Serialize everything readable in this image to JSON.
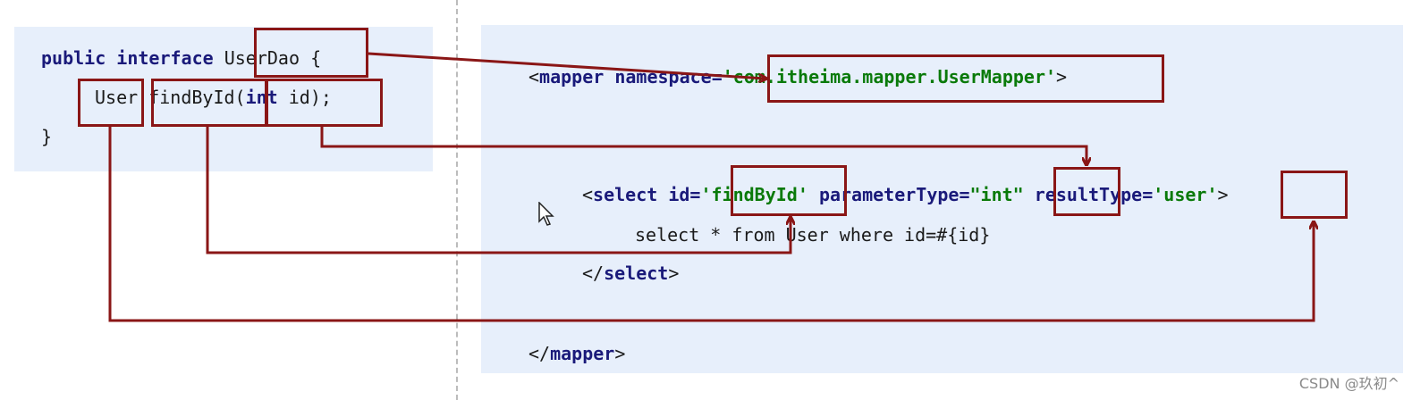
{
  "java": {
    "kw_public": "public",
    "kw_interface": "interface",
    "interface_name": "UserDao",
    "open_brace": "{",
    "return_type": "User",
    "method_name": "findById",
    "paren_open": "(",
    "param_type": "int",
    "param_rest": " id);",
    "close_brace": "}"
  },
  "xml": {
    "mapper_open": "<",
    "mapper_tag": "mapper",
    "namespace_attr": "namespace=",
    "namespace_value": "'com.itheima.mapper.UserMapper'",
    "mapper_open_end": ">",
    "select_open": "<",
    "select_tag": "select",
    "id_attr": "id=",
    "id_value": "'findById'",
    "param_attr": "parameterType=",
    "param_value": "\"int\"",
    "result_attr": "resultType=",
    "result_value": "'user'",
    "select_open_end": ">",
    "sql": "select * from User where id=#{id}",
    "select_close_open": "</",
    "select_close_tag": "select",
    "select_close_end": ">",
    "mapper_close_open": "</",
    "mapper_close_tag": "mapper",
    "mapper_close_end": ">"
  },
  "colors": {
    "highlight": "#8a1616",
    "panel": "#e7effb",
    "keyword": "#1a1a7a",
    "string": "#0a7a0a"
  },
  "watermark": "CSDN @玖初^",
  "icons": [
    "mouse-cursor-icon"
  ]
}
